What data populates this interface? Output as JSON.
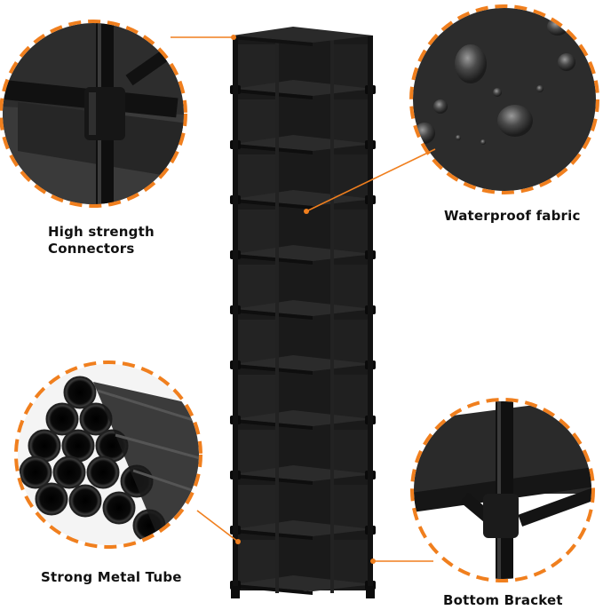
{
  "labels": {
    "connectors_line1": "High strength",
    "connectors_line2": "Connectors",
    "fabric": "Waterproof fabric",
    "tube": "Strong Metal Tube",
    "bracket": "Bottom Bracket"
  },
  "colors": {
    "accent": "#f07f1e",
    "rack": "#1e1e1e",
    "background": "#ffffff"
  },
  "icons": {
    "connectors": "tube-connector-closeup-icon",
    "fabric": "water-droplets-fabric-icon",
    "tube": "stacked-metal-tubes-icon",
    "bracket": "bottom-bracket-closeup-icon"
  }
}
